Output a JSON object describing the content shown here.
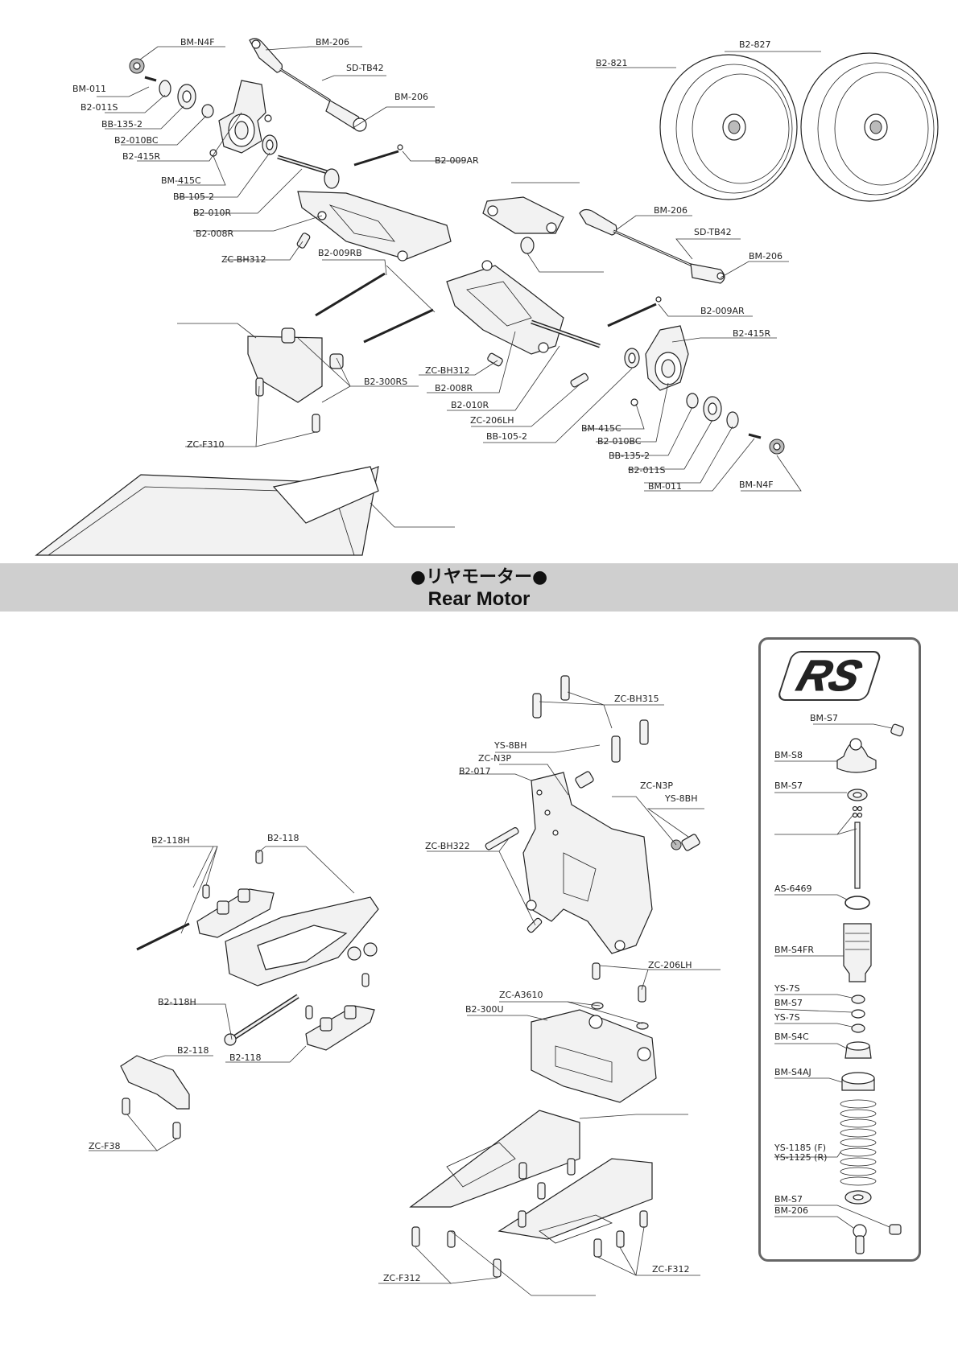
{
  "section": {
    "title_jp": "●リヤモーター●",
    "title_en": "Rear Motor"
  },
  "logo": {
    "text": "RS"
  },
  "labels": {
    "bm_n4f_a": "BM-N4F",
    "bm_206_a": "BM-206",
    "sd_tb42_a": "SD-TB42",
    "bm_011_a": "BM-011",
    "b2_011s_a": "B2-011S",
    "bm_206_b": "BM-206",
    "bb_135_2_a": "BB-135-2",
    "b2_010bc_a": "B2-010BC",
    "b2_415r_a": "B2-415R",
    "b2_009ar_a": "B2-009AR",
    "bm_415c_a": "BM-415C",
    "bb_105_2_a": "BB-105-2",
    "b2_010r_a": "B2-010R",
    "b2_008r_a": "B2-008R",
    "zc_bh312_a": "ZC-BH312",
    "b2_009rb": "B2-009RB",
    "b2_821": "B2-821",
    "b2_827": "B2-827",
    "bm_206_c": "BM-206",
    "sd_tb42_b": "SD-TB42",
    "bm_206_d": "BM-206",
    "b2_009ar_b": "B2-009AR",
    "b2_415r_b": "B2-415R",
    "b2_300rs": "B2-300RS",
    "zc_bh312_b": "ZC-BH312",
    "b2_008r_b": "B2-008R",
    "b2_010r_b": "B2-010R",
    "zc_206lh_a": "ZC-206LH",
    "bb_105_2_b": "BB-105-2",
    "bm_415c_b": "BM-415C",
    "b2_010bc_b": "B2-010BC",
    "bb_135_2_b": "BB-135-2",
    "b2_011s_b": "B2-011S",
    "bm_011_b": "BM-011",
    "bm_n4f_b": "BM-N4F",
    "zc_f310": "ZC-F310",
    "zc_bh315": "ZC-BH315",
    "ys_8bh_a": "YS-8BH",
    "zc_n3p_a": "ZC-N3P",
    "b2_017": "B2-017",
    "zc_n3p_b": "ZC-N3P",
    "ys_8bh_b": "YS-8BH",
    "zc_bh322": "ZC-BH322",
    "b2_118h_a": "B2-118H",
    "b2_118_a": "B2-118",
    "zc_206lh_b": "ZC-206LH",
    "zc_a3610": "ZC-A3610",
    "b2_300u": "B2-300U",
    "b2_118h_b": "B2-118H",
    "b2_118_b": "B2-118",
    "b2_118_c": "B2-118",
    "zc_f38": "ZC-F38",
    "zc_f312_a": "ZC-F312",
    "zc_f312_b": "ZC-F312"
  },
  "shock_labels": {
    "bm_s7_a": "BM-S7",
    "bm_s8": "BM-S8",
    "bm_s7_b": "BM-S7",
    "as_6469": "AS-6469",
    "bm_s4fr": "BM-S4FR",
    "ys_7s_a": "YS-7S",
    "bm_s7_c": "BM-S7",
    "ys_7s_b": "YS-7S",
    "bm_s4c": "BM-S4C",
    "bm_s4aj": "BM-S4AJ",
    "ys_1185": "YS-1185 (F)",
    "ys_1125": "YS-1125 (R)",
    "bm_s7_d": "BM-S7",
    "bm_206": "BM-206"
  }
}
